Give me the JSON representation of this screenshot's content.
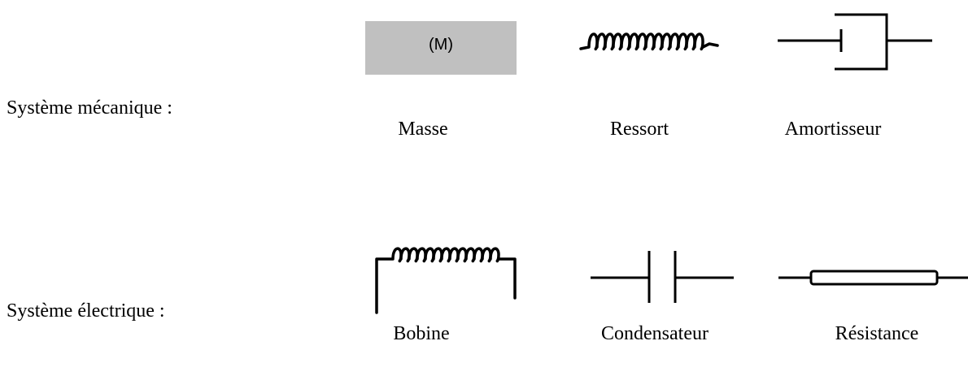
{
  "mechanical": {
    "row_label": "Système mécanique :",
    "mass": {
      "inner_label": "(M)",
      "caption": "Masse",
      "fill_color": "#c0c0c0"
    },
    "spring": {
      "caption": "Ressort"
    },
    "damper": {
      "caption": "Amortisseur"
    }
  },
  "electrical": {
    "row_label": "Système électrique :",
    "coil": {
      "caption": "Bobine"
    },
    "capacitor": {
      "caption": "Condensateur"
    },
    "resistor": {
      "caption": "Résistance"
    }
  }
}
